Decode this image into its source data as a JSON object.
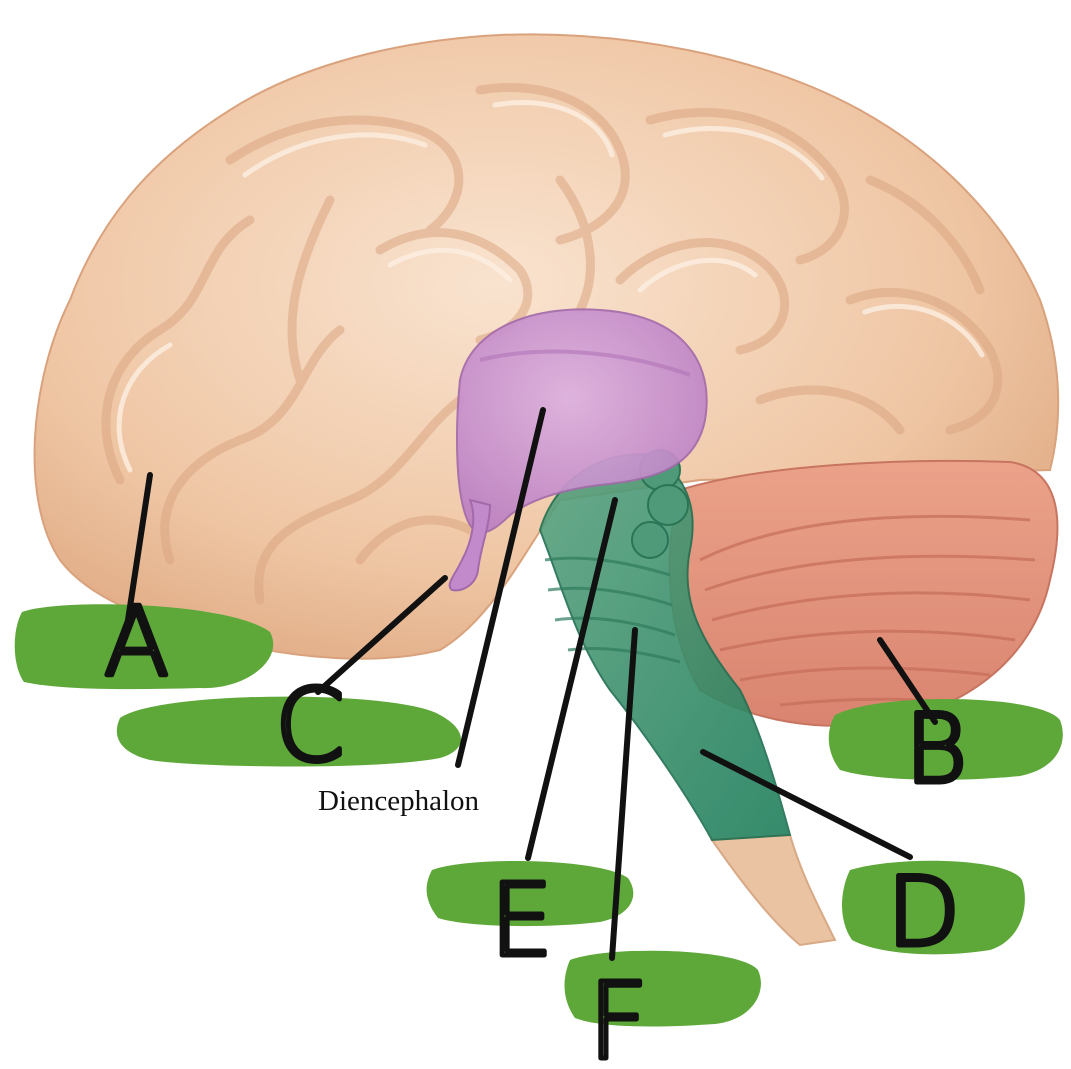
{
  "diagram": {
    "printed_labels": {
      "diencephalon": "Diencephalon"
    },
    "answer_boxes": [
      {
        "id": "A",
        "letter": "A"
      },
      {
        "id": "B",
        "letter": "B"
      },
      {
        "id": "C",
        "letter": "C"
      },
      {
        "id": "D",
        "letter": "D"
      },
      {
        "id": "E",
        "letter": "E"
      },
      {
        "id": "F",
        "letter": "F"
      }
    ],
    "colors": {
      "cerebrum": "#efc6a4",
      "cerebrum_fold": "#f8e2cd",
      "diencephalon": "#c98fd0",
      "midbrain": "#4f9a78",
      "cerebellum": "#e0937c",
      "brainstem": "#2d8f6b",
      "spinal_cord": "#e9c3a2",
      "answer_box": "#5ea83a",
      "leader_line": "#111111"
    }
  }
}
